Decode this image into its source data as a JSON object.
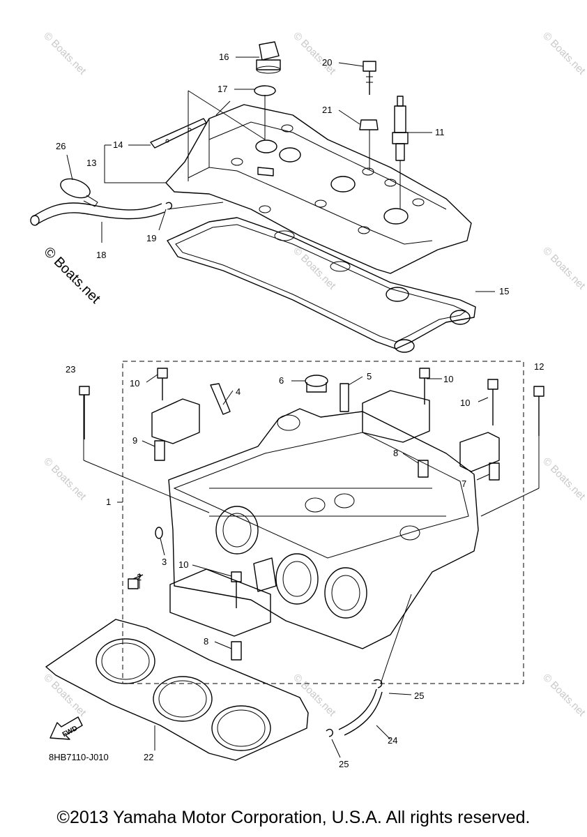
{
  "diagram_code": "8HB7110-J010",
  "fwd_label": "FWD",
  "watermark": "© Boats.net",
  "copyright": "©2013 Yamaha Motor Corporation, U.S.A. All rights reserved.",
  "callouts": [
    "1",
    "2",
    "3",
    "4",
    "5",
    "6",
    "7",
    "8",
    "9",
    "10",
    "11",
    "12",
    "13",
    "14",
    "15",
    "16",
    "17",
    "18",
    "19",
    "20",
    "21",
    "22",
    "23",
    "24",
    "25",
    "26"
  ]
}
